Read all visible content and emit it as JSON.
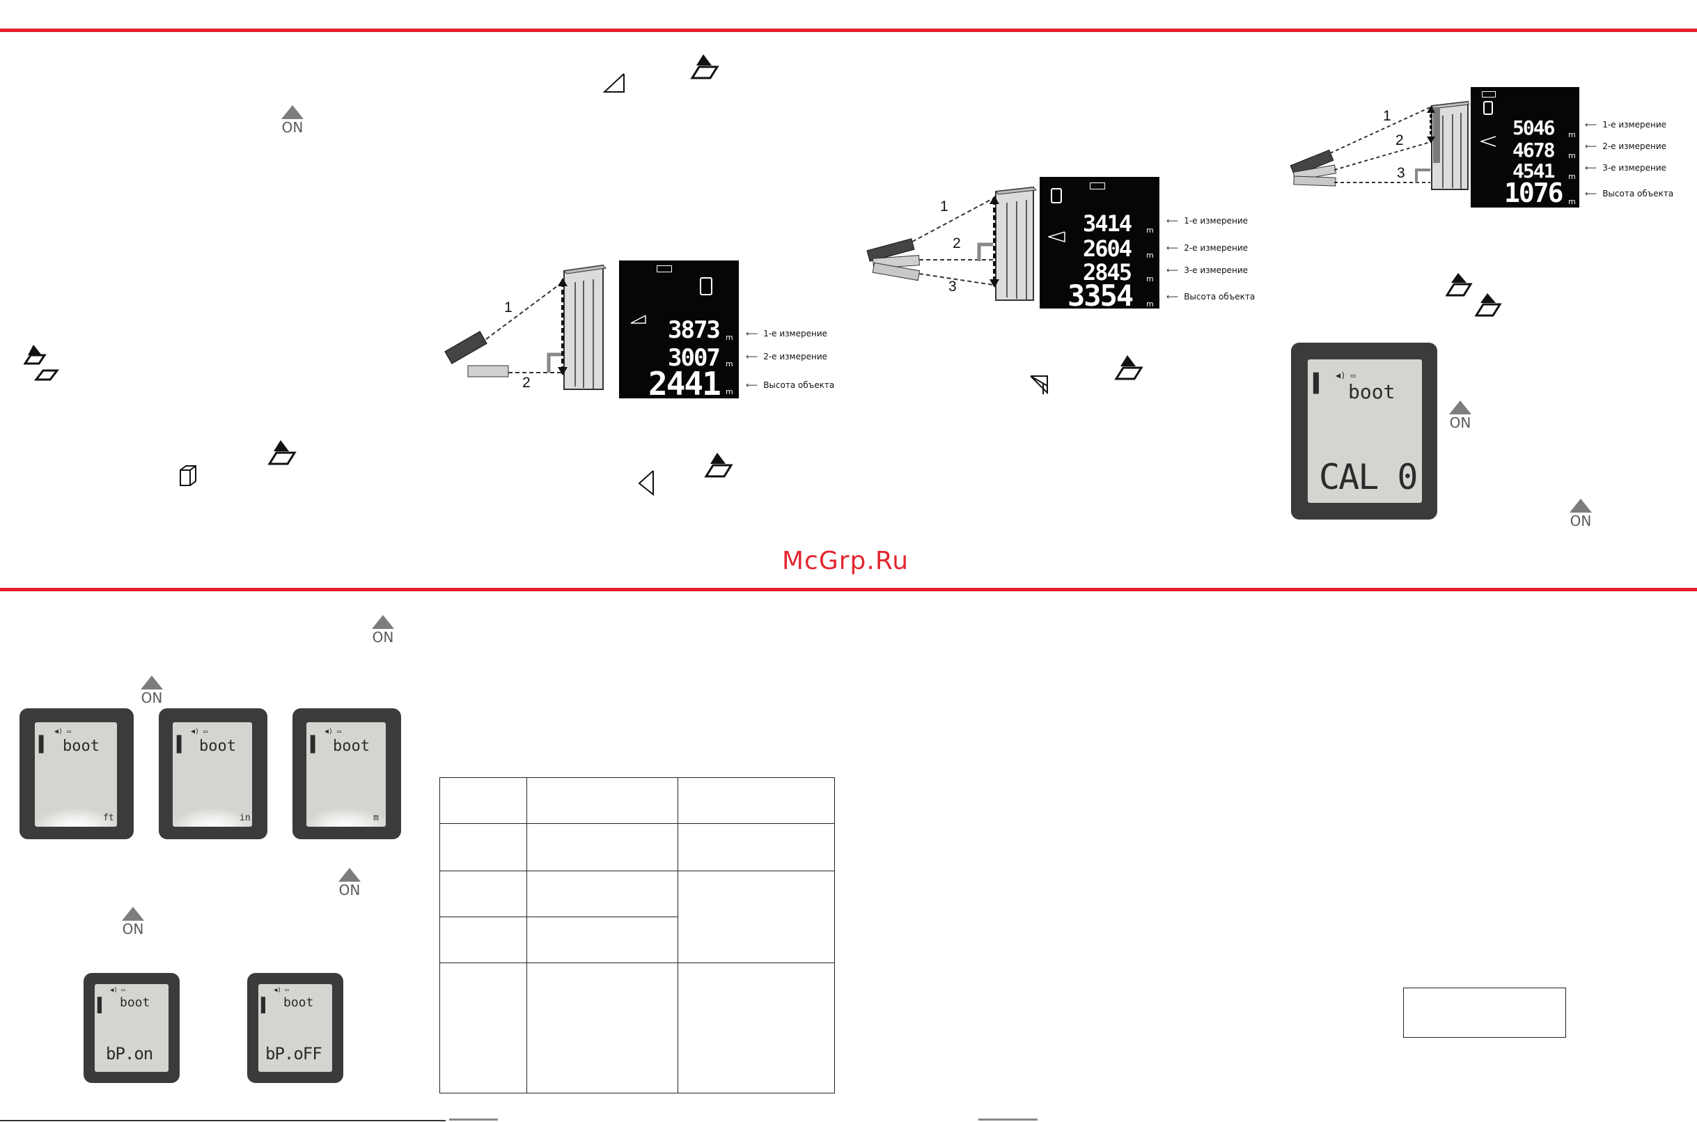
{
  "watermark": "McGrp.Ru",
  "on_label": "ON",
  "unit_m": "m",
  "annotations": {
    "first": "1-е измерение",
    "second": "2-е измерение",
    "third": "3-е измерение",
    "height": "Высота объекта"
  },
  "diagram_numbers": {
    "one": "1",
    "two": "2",
    "three": "3"
  },
  "display_2pt": {
    "v1": "3873",
    "v2": "3007",
    "total": "2441"
  },
  "display_3pt_a": {
    "v1": "3414",
    "v2": "2604",
    "v3": "2845",
    "total": "3354"
  },
  "display_3pt_b": {
    "v1": "5046",
    "v2": "4678",
    "v3": "4541",
    "total": "1076"
  },
  "lcd": {
    "boot": "boot",
    "cal": "CAL 0",
    "unit_ft": "ft",
    "unit_in": "in",
    "unit_m": "m",
    "bp_on": "bP.on",
    "bp_off": "bP.oFF"
  },
  "icons": [
    "triangle-icon",
    "half-triangle-icon",
    "triangle-multi-icon",
    "parallelogram-button-icon",
    "volume-icon",
    "on-button-icon"
  ]
}
